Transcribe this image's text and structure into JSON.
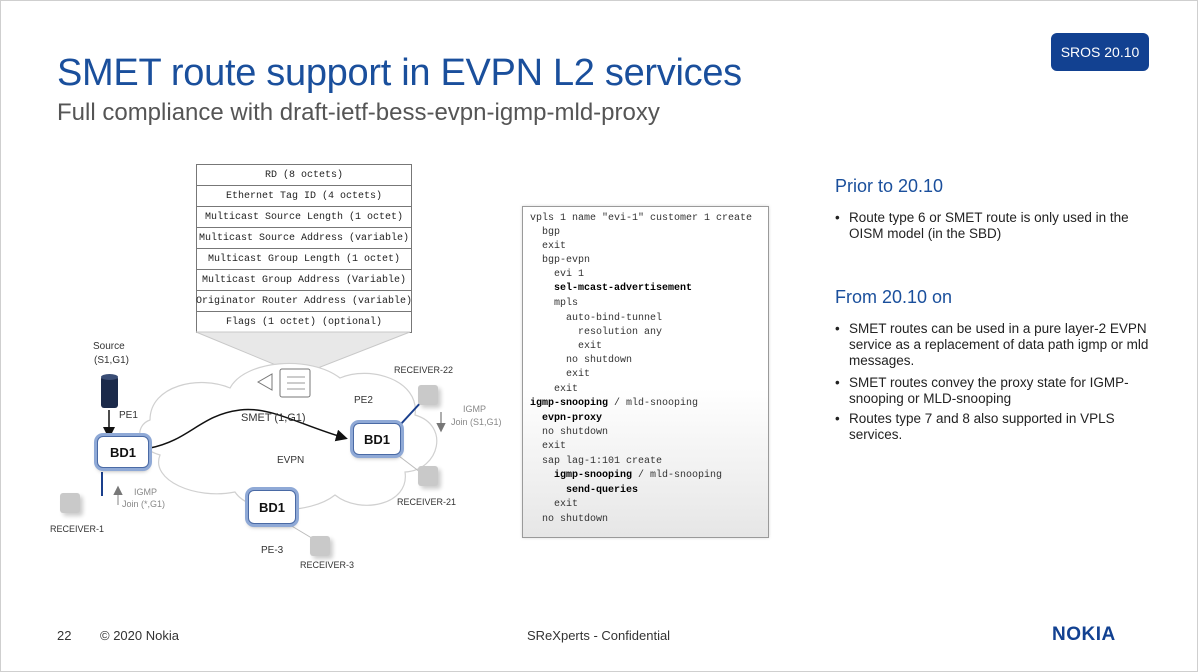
{
  "slide": {
    "title": "SMET route support in EVPN L2 services",
    "subtitle": "Full compliance with draft-ietf-bess-evpn-igmp-mld-proxy",
    "badge": "SROS 20.10"
  },
  "route_table": [
    "RD (8 octets)",
    "Ethernet Tag ID (4 octets)",
    "Multicast Source Length (1 octet)",
    "Multicast Source Address (variable)",
    "Multicast Group Length (1 octet)",
    "Multicast Group Address (Variable)",
    "Originator Router Address (variable)",
    "Flags (1 octet) (optional)"
  ],
  "diagram": {
    "source_label": "Source",
    "source_sg": "(S1,G1)",
    "pe1": "PE1",
    "pe2": "PE2",
    "pe3": "PE-3",
    "bd": "BD1",
    "smet_label": "SMET (1,G1)",
    "evpn_label": "EVPN",
    "igmp_label": "IGMP",
    "join_s1g1": "Join (S1,G1)",
    "join_star": "Join (*,G1)",
    "receiver_1": "RECEIVER-1",
    "receiver_21": "RECEIVER-21",
    "receiver_22": "RECEIVER-22",
    "receiver_3": "RECEIVER-3"
  },
  "config": [
    {
      "text": "vpls 1 name \"evi-1\" customer 1 create",
      "indent": 0,
      "bold": false
    },
    {
      "text": "bgp",
      "indent": 1,
      "bold": false
    },
    {
      "text": "exit",
      "indent": 1,
      "bold": false
    },
    {
      "text": "bgp-evpn",
      "indent": 1,
      "bold": false
    },
    {
      "text": "evi 1",
      "indent": 2,
      "bold": false
    },
    {
      "text": "sel-mcast-advertisement",
      "indent": 2,
      "bold": true
    },
    {
      "text": "mpls",
      "indent": 2,
      "bold": false
    },
    {
      "text": "auto-bind-tunnel",
      "indent": 3,
      "bold": false
    },
    {
      "text": "resolution any",
      "indent": 4,
      "bold": false
    },
    {
      "text": "exit",
      "indent": 4,
      "bold": false
    },
    {
      "text": "no shutdown",
      "indent": 3,
      "bold": false
    },
    {
      "text": "exit",
      "indent": 3,
      "bold": false
    },
    {
      "text": "exit",
      "indent": 2,
      "bold": false
    },
    {
      "text": "igmp-snooping",
      "suffix": " / mld-snooping",
      "indent": 1,
      "bold": true
    },
    {
      "text": "evpn-proxy",
      "indent": 2,
      "bold": true
    },
    {
      "text": "no shutdown",
      "indent": 2,
      "bold": false
    },
    {
      "text": "exit",
      "indent": 2,
      "bold": false
    },
    {
      "text": "sap lag-1:101 create",
      "indent": 1,
      "bold": false
    },
    {
      "text": "igmp-snooping",
      "suffix": "  / mld-snooping",
      "indent": 2,
      "bold": true
    },
    {
      "text": "send-queries",
      "indent": 3,
      "bold": true
    },
    {
      "text": "exit",
      "indent": 2,
      "bold": false
    },
    {
      "text": "no shutdown",
      "indent": 1,
      "bold": false
    }
  ],
  "prior": {
    "heading": "Prior to 20.10",
    "bullets": [
      "Route type 6 or SMET route is only used in the OISM model (in the SBD)"
    ]
  },
  "from": {
    "heading": "From 20.10 on",
    "bullets": [
      "SMET routes can be used in a pure layer-2 EVPN service as a replacement of data path igmp or mld messages.",
      "SMET routes convey the proxy state for IGMP-snooping or MLD-snooping",
      "Routes type 7 and 8 also supported in VPLS services."
    ]
  },
  "footer": {
    "page": "22",
    "copyright": "© 2020 Nokia",
    "center": "SReXperts - Confidential",
    "logo": "NOKIA"
  },
  "colors": {
    "brand": "#124191",
    "title": "#1a4f9c"
  }
}
